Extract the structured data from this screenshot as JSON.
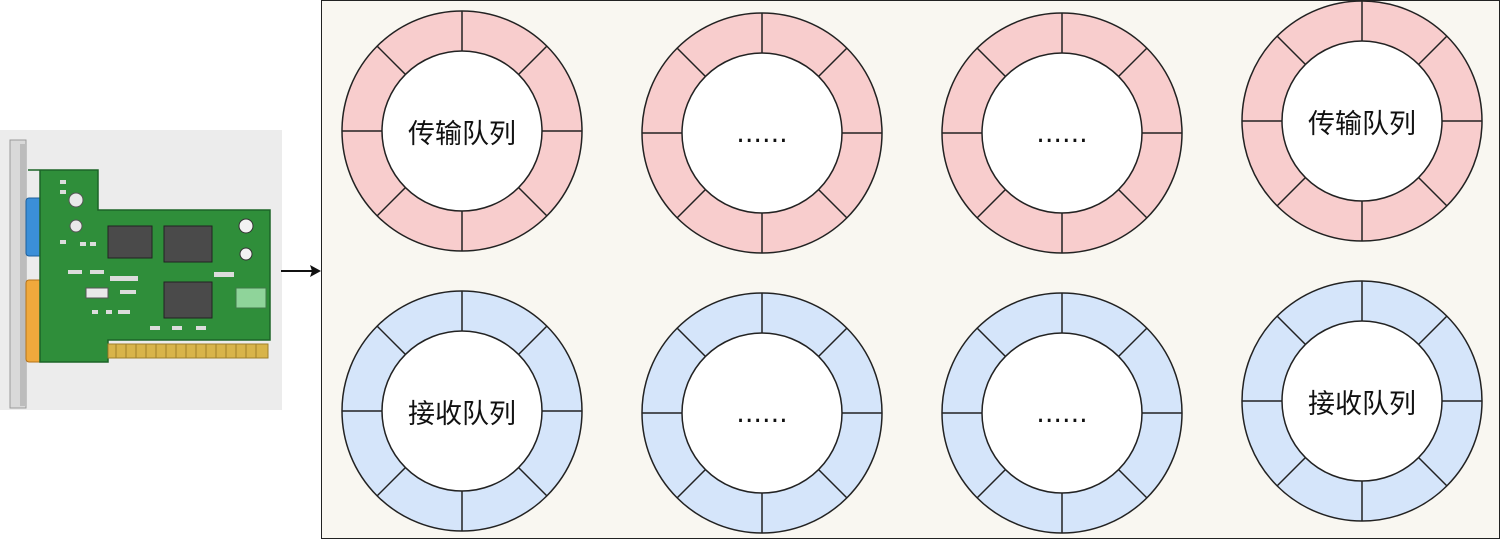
{
  "queues": {
    "tx": {
      "color": "#f8cdcd",
      "labels": [
        "传输队列",
        "......",
        "......",
        "传输队列"
      ]
    },
    "rx": {
      "color": "#d5e5fa",
      "labels": [
        "接收队列",
        "......",
        "......",
        "接收队列"
      ]
    }
  },
  "icons": {
    "network_card": "network-card-icon",
    "arrow": "arrow-right-icon"
  }
}
